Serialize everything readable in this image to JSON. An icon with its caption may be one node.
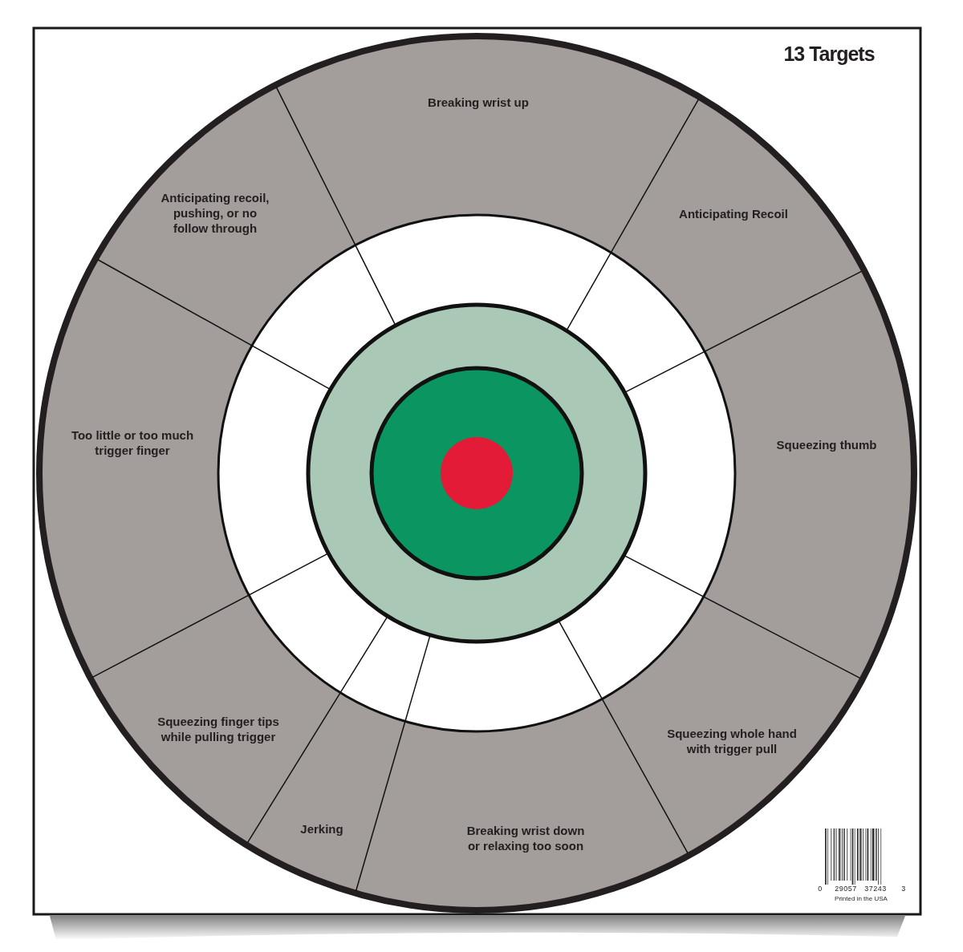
{
  "diagram": {
    "nodes": [
      {
        "text": [
          "Breaking wrist up"
        ]
      },
      {
        "text": [
          "Anticipating Recoil"
        ]
      },
      {
        "text": [
          "Squeezing thumb"
        ]
      },
      {
        "text": [
          "Squeezing whole hand with trigger pull"
        ]
      },
      {
        "text": [
          "Breaking wrist down or relaxing too soon"
        ]
      },
      {
        "text": [
          "Jerking"
        ]
      },
      {
        "text": [
          "Squeezing finger tips while pulling trigger"
        ]
      },
      {
        "text": [
          "Too little or too much trigger finger"
        ]
      },
      {
        "text": [
          "Anticipating recoil, pushing, or no follow through"
        ]
      }
    ],
    "labels": [
      "13 Targets",
      "0",
      "29057",
      "37243",
      "3",
      "Printed in the USA"
    ]
  }
}
